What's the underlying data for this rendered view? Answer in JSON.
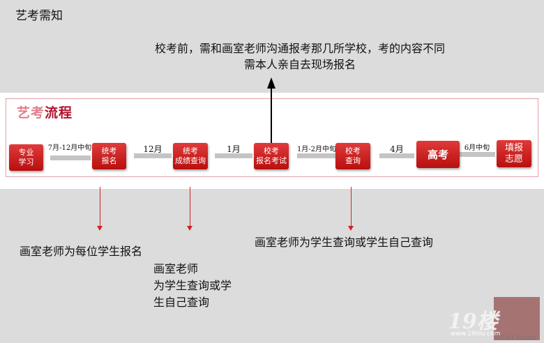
{
  "page_title": "艺考需知",
  "top_note": {
    "line1": "校考前，需和画室老师沟通报考那几所学校，考的内容不同",
    "line2": "需本人亲自去现场报名"
  },
  "flow_title": {
    "part1": "艺考",
    "part2": "流程"
  },
  "steps": [
    {
      "line1": "专业",
      "line2": "学习"
    },
    {
      "line1": "统考",
      "line2": "报名"
    },
    {
      "line1": "统考",
      "line2": "成绩查询"
    },
    {
      "line1": "校考",
      "line2": "报名考试"
    },
    {
      "line1": "校考",
      "line2": "查询"
    },
    {
      "line1": "高考",
      "line2": ""
    },
    {
      "line1": "填报",
      "line2": "志愿"
    }
  ],
  "connectors": [
    "7月-12月中旬",
    "12月",
    "1月",
    "1月-2月中旬",
    "4月",
    "6月中旬"
  ],
  "notes": {
    "left": "画室老师为每位学生报名",
    "middle_l1": "画室老师",
    "middle_l2": "为学生查询或学",
    "middle_l3": "生自己查询",
    "right": "画室老师为学生查询或学生自己查询"
  },
  "watermark": {
    "logo": "19楼",
    "sub": "DTArt Studio",
    "url": "www.19lou.com"
  },
  "colors": {
    "step_red": "#c41a1a",
    "title_red": "#b3122b",
    "arrow_red": "#d42020"
  }
}
